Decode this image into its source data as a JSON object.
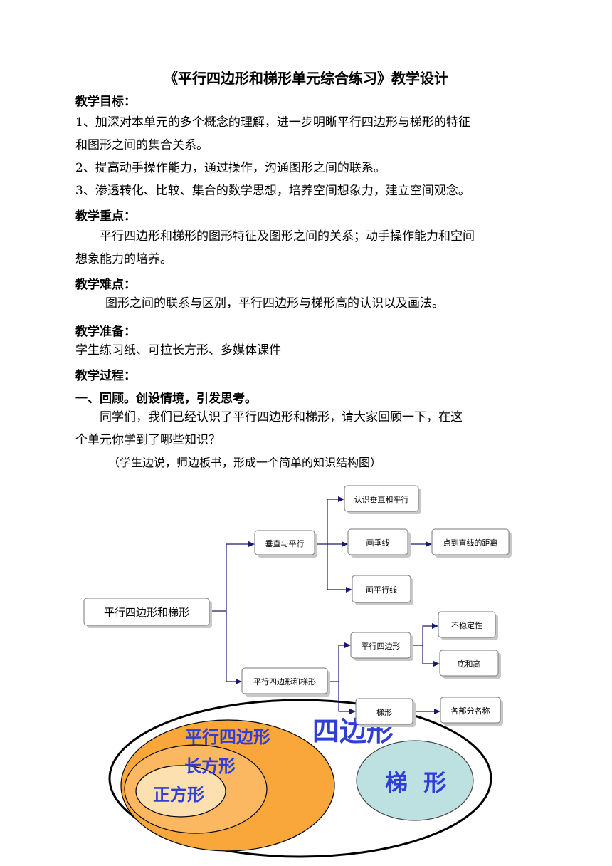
{
  "document": {
    "title": "《平行四边形和梯形单元综合练习》教学设计",
    "objectives_heading": "教学目标：",
    "objective_1_line1": "1、加深对本单元的多个概念的理解，进一步明晰平行四边形与梯形的特征",
    "objective_1_line2": "和图形之间的集合关系。",
    "objective_2": "2、提高动手操作能力，通过操作，沟通图形之间的联系。",
    "objective_3": "3、渗透转化、比较、集合的数学思想，培养空间想象力，建立空间观念。",
    "key_points_heading": "教学重点：",
    "key_points_line1": "平行四边形和梯形的图形特征及图形之间的关系；动手操作能力和空间",
    "key_points_line2": "想象能力的培养。",
    "difficulties_heading": "教学难点：",
    "difficulties_text": "图形之间的联系与区别，平行四边形与梯形高的认识以及画法。",
    "preparation_heading": "教学准备：",
    "preparation_text": "学生练习纸、可拉长方形、多媒体课件",
    "process_heading": "教学过程：",
    "section_1_heading": "一、回顾。创设情境，引发思考。",
    "section_1_para_line1": "同学们，我们已经认识了平行四边形和梯形，请大家回顾一下，在这",
    "section_1_para_line2": "个单元你学到了哪些知识？",
    "section_1_note": "（学生边说，师边板书，形成一个简单的知识结构图）"
  },
  "mindmap": {
    "root": "平行四边形和梯形",
    "branch_perpendicular": "垂直与平行",
    "node_know": "认识垂直和平行",
    "node_draw_perp": "画垂线",
    "node_distance": "点到直线的距离",
    "node_draw_parallel": "画平行线",
    "branch_shapes": "平行四边形和梯形",
    "node_parallelogram": "平行四边形",
    "node_unstable": "不稳定性",
    "node_base_height": "底和高",
    "node_trapezoid": "梯形",
    "node_parts": "各部分名称"
  },
  "venn": {
    "quadrilateral": "四边形",
    "parallelogram": "平行四边形",
    "rectangle": "长方形",
    "square": "正方形",
    "trapezoid": "梯  形"
  },
  "colors": {
    "parallelogram_fill": "#f9a63a",
    "rectangle_fill": "#fbb860",
    "square_fill": "#fde0b0",
    "trapezoid_fill": "#bde0e0",
    "label_blue": "#2e3ed6"
  }
}
